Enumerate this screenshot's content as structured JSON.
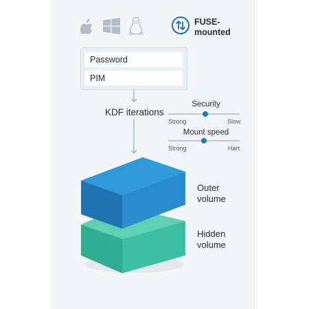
{
  "platforms": [
    {
      "name": "apple-icon"
    },
    {
      "name": "windows-icon"
    },
    {
      "name": "linux-icon"
    }
  ],
  "fuse": {
    "icon": "up-down-arrows-icon",
    "label": "FUSE-\nmounted",
    "color": "#1e6fa8"
  },
  "form": {
    "password_label": "Password",
    "pim_label": "PIM"
  },
  "kdf": {
    "label": "KDF iterations"
  },
  "sliders": {
    "security": {
      "title": "Security",
      "min_label": "Strong",
      "max_label": "Slow",
      "level": 0.52
    },
    "mount_speed": {
      "title": "Mount speed",
      "min_label": "Strong",
      "max_label": "Hart",
      "level": 0.5
    }
  },
  "volumes": {
    "outer": {
      "label": "Outer\nvolume",
      "color": "#2b8fd0"
    },
    "hidden": {
      "label": "Hidden\nvolume",
      "color": "#34bfa3"
    }
  }
}
